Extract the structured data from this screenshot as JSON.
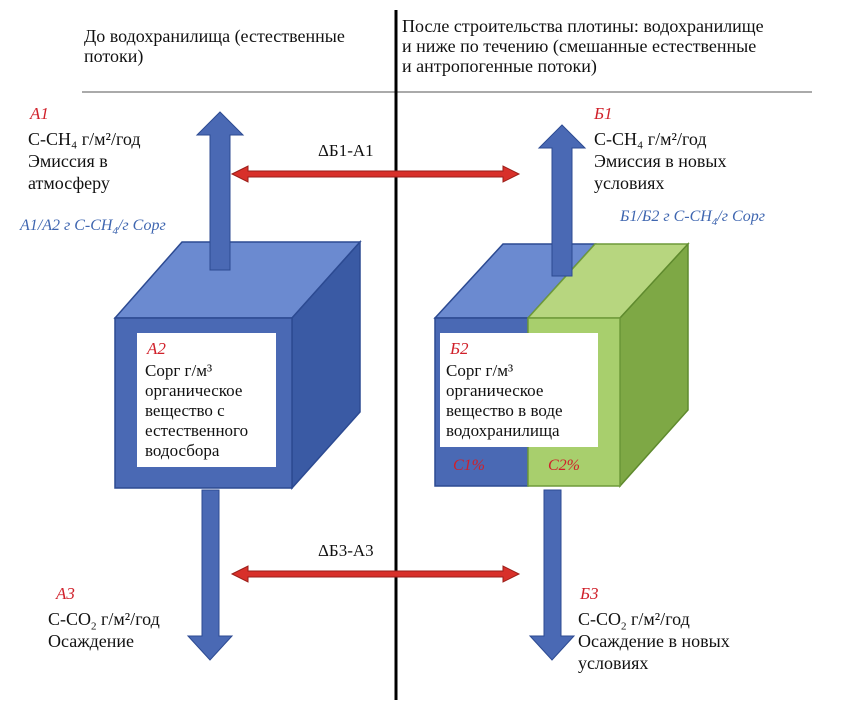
{
  "headers": {
    "left": "До водохранилища (естественные\nпотоки)",
    "right": "После строительства плотины: водохранилище\nи ниже по течению (смешанные естественные\nи антропогенные потоки)"
  },
  "left_top": {
    "tag": "А1",
    "text": "С-СН₄ г/м²/год\nЭмиссия в\nатмосферу",
    "ratio_main": "А1/А2 г С-СН",
    "ratio_sub": "4",
    "ratio_end": "/г Сорг"
  },
  "right_top": {
    "tag": "Б1",
    "text": "С-СН₄ г/м²/год\nЭмиссия в новых\nусловиях",
    "ratio_main": "Б1/Б2 г С-СН",
    "ratio_sub": "4",
    "ratio_end": "/г Сорг"
  },
  "left_box": {
    "tag": "А2",
    "text": "Сорг г/м³\nорганическое\nвещество с\nестественного\nводосбора"
  },
  "right_box": {
    "tag": "Б2",
    "text": "Сорг г/м³\nорганическое\nвещество в воде\nводохранилища",
    "c1": "С1%",
    "c2": "С2%"
  },
  "delta_top": "ΔБ1-А1",
  "delta_bottom": "ΔБ3-А3",
  "left_bottom": {
    "tag": "А3",
    "line1_main": "С-СО",
    "line1_sub": "2",
    "line1_end": " г/м²/год",
    "line2": "Осаждение"
  },
  "right_bottom": {
    "tag": "Б3",
    "line1_main": "С-СО",
    "line1_sub": "2",
    "line1_end": " г/м²/год",
    "line2": "Осаждение в новых\nусловиях"
  },
  "colors": {
    "blue_front": "#4a69b4",
    "blue_top": "#6b8ad0",
    "blue_side": "#3a5aa4",
    "green_front": "#a8cf6d",
    "green_top": "#b7d67f",
    "green_side": "#7ea845",
    "red": "#d8302a",
    "tag_red": "#d0202a",
    "ratio_blue": "#3f66b0"
  }
}
